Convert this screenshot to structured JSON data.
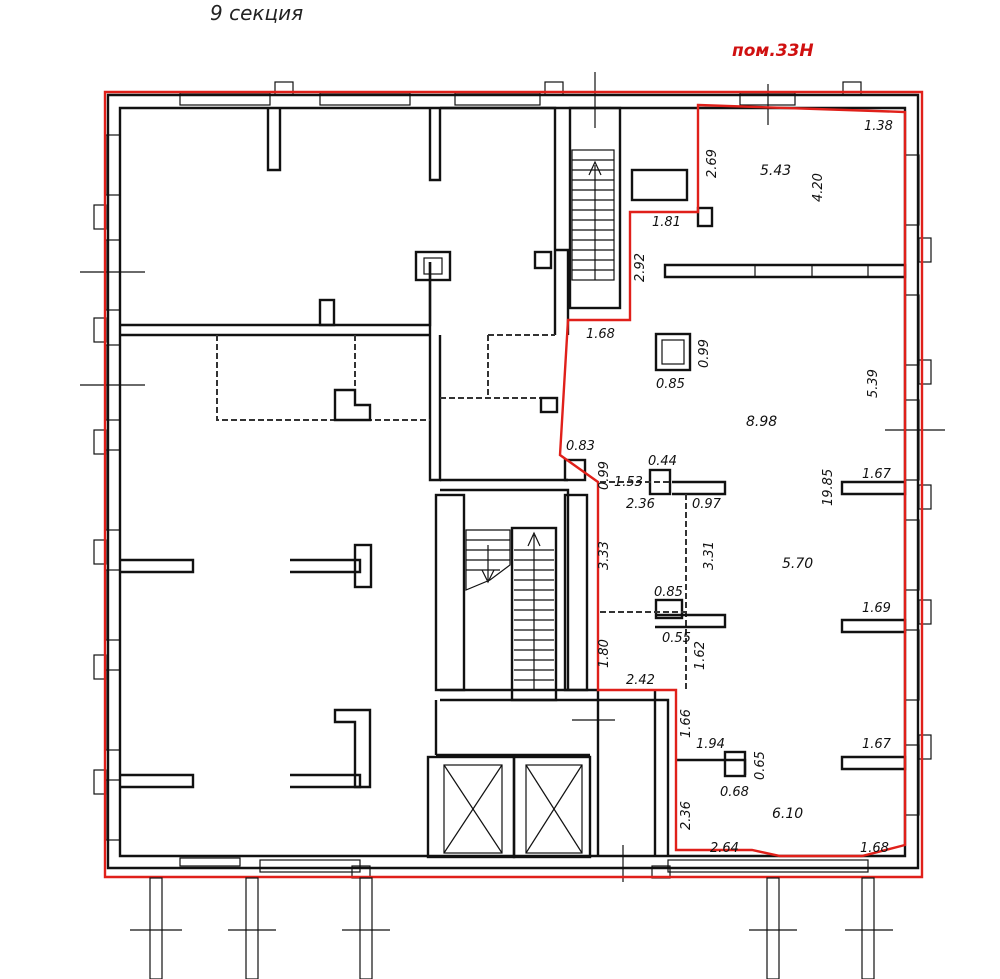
{
  "header": {
    "section_title": "9 секция",
    "premises_label": "пом.33Н"
  },
  "colors": {
    "outline": "#e0201a",
    "walls": "#111111",
    "background": "#ffffff"
  },
  "dimensions": {
    "d_1_38": "1.38",
    "d_2_69": "2.69",
    "d_5_43": "5.43",
    "d_4_20": "4.20",
    "d_1_81": "1.81",
    "d_2_92": "2.92",
    "d_1_68a": "1.68",
    "d_0_99a": "0.99",
    "d_0_85a": "0.85",
    "d_5_39": "5.39",
    "d_8_98": "8.98",
    "d_0_83": "0.83",
    "d_0_99b": "0.99",
    "d_1_53": "1.53",
    "d_0_44": "0.44",
    "d_2_36a": "2.36",
    "d_0_97": "0.97",
    "d_19_85": "19.85",
    "d_1_67a": "1.67",
    "d_3_33": "3.33",
    "d_3_31": "3.31",
    "d_5_70": "5.70",
    "d_0_85b": "0.85",
    "d_1_69": "1.69",
    "d_0_55": "0.55",
    "d_1_62": "1.62",
    "d_1_80": "1.80",
    "d_2_42": "2.42",
    "d_1_66": "1.66",
    "d_1_94": "1.94",
    "d_0_65": "0.65",
    "d_1_67b": "1.67",
    "d_0_68": "0.68",
    "d_6_10": "6.10",
    "d_2_36b": "2.36",
    "d_2_64": "2.64",
    "d_1_68b": "1.68"
  }
}
